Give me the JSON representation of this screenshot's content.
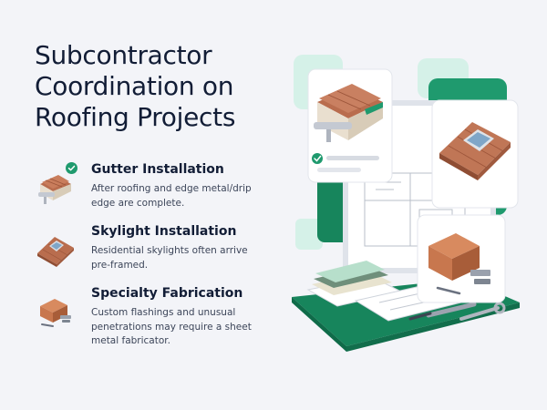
{
  "title": {
    "lines": [
      "Subcontractor",
      "Coordination on",
      "Roofing Projects"
    ]
  },
  "items": [
    {
      "heading": "Gutter Installation",
      "desc_lines": [
        "After roofing and edge metal/drip",
        "edge are complete."
      ],
      "icon": "gutter-icon",
      "checked": true
    },
    {
      "heading": "Skylight Installation",
      "desc_lines": [
        "Residential skylights often arrive",
        "pre-framed."
      ],
      "icon": "skylight-icon"
    },
    {
      "heading": "Specialty Fabrication",
      "desc_lines": [
        "Custom flashings and unusual",
        "penetrations may require a sheet",
        "metal fabricator."
      ],
      "icon": "sheet-metal-icon"
    }
  ],
  "colors": {
    "accent_green": "#1f9a6e",
    "dark_green": "#17855c",
    "mint": "#d5f1e8",
    "roof_tile": "#b96d4e",
    "copper": "#c8774e",
    "text": "#121d36",
    "muted": "#3c4559"
  }
}
